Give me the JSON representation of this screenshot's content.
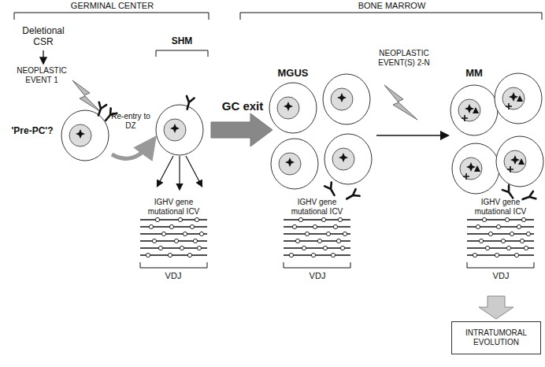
{
  "diagram": {
    "nodes": [
      {
        "text": [
          "INTRATUMORAL EVOLUTION"
        ]
      }
    ],
    "labels": [
      "GERMINAL CENTER",
      "BONE MARROW",
      "Deletional CSR",
      "NEOPLASTIC EVENT 1",
      "SHM",
      "'Pre-PC'?",
      "Re-entry to DZ",
      "GC exit",
      "MGUS",
      "NEOPLASTIC EVENT(S) 2-N",
      "MM",
      "IGHV gene mutational ICV",
      "IGHV gene mutational ICV",
      "IGHV gene mutational ICV",
      "VDJ",
      "VDJ",
      "VDJ"
    ]
  }
}
